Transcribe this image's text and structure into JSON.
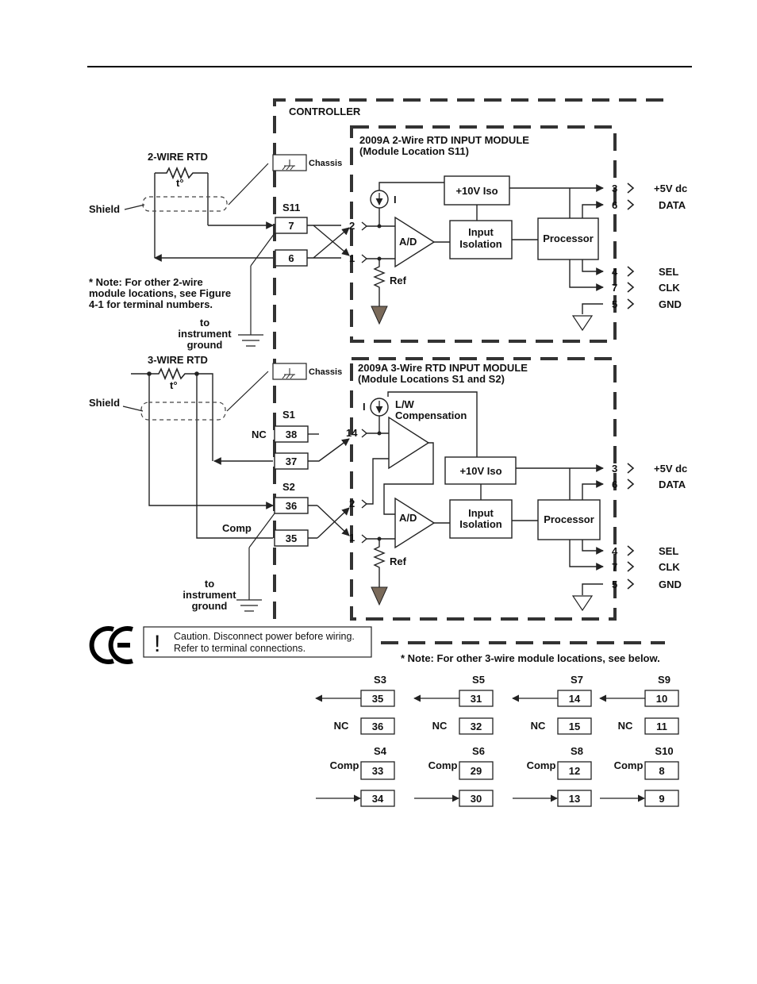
{
  "controller_label": "CONTROLLER",
  "module_2wire": {
    "title_line1": "2009A 2-Wire RTD INPUT MODULE",
    "title_line2": "(Module Location S11)",
    "rtd_label": "2-WIRE RTD",
    "temp_symbol": "t°",
    "shield_label": "Shield",
    "chassis_label": "Chassis",
    "slot_label": "S11",
    "terminal_a": "7",
    "terminal_b": "6",
    "pin_2": "2",
    "pin_1": "1",
    "current_label": "I",
    "ref_label": "Ref",
    "ad_label": "A/D",
    "iso_label": "+10V Iso",
    "input_iso_line1": "Input",
    "input_iso_line2": "Isolation",
    "processor_label": "Processor",
    "note_line1": "* Note: For other 2-wire",
    "note_line2": "module locations, see Figure",
    "note_line3": "4-1 for terminal numbers.",
    "ground_line1": "to",
    "ground_line2": "instrument",
    "ground_line3": "ground",
    "outputs": [
      {
        "pin": "3",
        "signal": "+5V dc"
      },
      {
        "pin": "6",
        "signal": "DATA"
      },
      {
        "pin": "4",
        "signal": "SEL"
      },
      {
        "pin": "7",
        "signal": "CLK"
      },
      {
        "pin": "5",
        "signal": "GND"
      }
    ]
  },
  "module_3wire": {
    "title_line1": "2009A 3-Wire RTD INPUT MODULE",
    "title_line2": "(Module Locations S1 and S2)",
    "rtd_label": "3-WIRE RTD",
    "temp_symbol": "t°",
    "shield_label": "Shield",
    "chassis_label": "Chassis",
    "slot_s1": "S1",
    "slot_s2": "S2",
    "nc_label": "NC",
    "comp_label": "Comp",
    "terminal_38": "38",
    "terminal_37": "37",
    "terminal_36": "36",
    "terminal_35": "35",
    "pin_14": "14",
    "pin_2": "2",
    "pin_1": "1",
    "current_label": "I",
    "lw_line1": "L/W",
    "lw_line2": "Compensation",
    "ref_label": "Ref",
    "ad_label": "A/D",
    "iso_label": "+10V Iso",
    "input_iso_line1": "Input",
    "input_iso_line2": "Isolation",
    "processor_label": "Processor",
    "ground_line1": "to",
    "ground_line2": "instrument",
    "ground_line3": "ground",
    "outputs": [
      {
        "pin": "3",
        "signal": "+5V dc"
      },
      {
        "pin": "6",
        "signal": "DATA"
      },
      {
        "pin": "4",
        "signal": "SEL"
      },
      {
        "pin": "7",
        "signal": "CLK"
      },
      {
        "pin": "5",
        "signal": "GND"
      }
    ]
  },
  "caution": {
    "mark": "!",
    "line1": "Caution. Disconnect power before wiring.",
    "line2": "Refer to terminal connections."
  },
  "ce_mark": "CE",
  "note_3wire": "* Note: For other 3-wire module locations, see below.",
  "locations_table": [
    {
      "slot_top": "S3",
      "t1": "35",
      "t2": "36",
      "slot_bot": "S4",
      "t3": "33",
      "t4": "34"
    },
    {
      "slot_top": "S5",
      "t1": "31",
      "t2": "32",
      "slot_bot": "S6",
      "t3": "29",
      "t4": "30"
    },
    {
      "slot_top": "S7",
      "t1": "14",
      "t2": "15",
      "slot_bot": "S8",
      "t3": "12",
      "t4": "13"
    },
    {
      "slot_top": "S9",
      "t1": "10",
      "t2": "11",
      "slot_bot": "S10",
      "t3": "8",
      "t4": "9"
    }
  ],
  "table_nc": "NC",
  "table_comp": "Comp"
}
